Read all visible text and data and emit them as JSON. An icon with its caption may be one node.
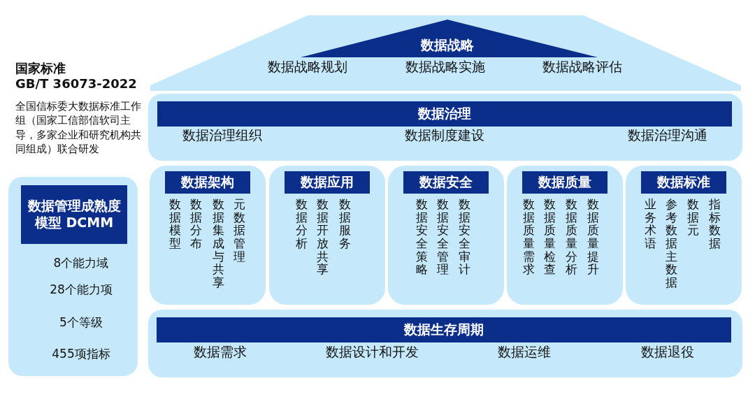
{
  "diagram": {
    "nodes": [
      {
        "text": [
          "8个能力域",
          "28个能力项",
          "5个等级",
          "455项指标"
        ]
      },
      {
        "text": [
          "数据管理成熟度模型 DCMM"
        ],
        "in": 0
      },
      {
        "text": [
          "数据战略规划",
          "数据战略实施",
          "数据战略评估"
        ]
      },
      {
        "text": [
          "数据战略"
        ],
        "in": 2
      },
      {
        "text": [
          "数据治理组织",
          "数据制度建设",
          "数据治理沟通"
        ]
      },
      {
        "text": [
          "数据治理"
        ],
        "in": 4
      },
      {
        "text": [
          "数据模型",
          "数据分布",
          "数据集成与共享",
          "元数据管理"
        ]
      },
      {
        "text": [
          "数据架构"
        ],
        "in": 6
      },
      {
        "text": [
          "数据分析",
          "数据开放共享",
          "数据服务"
        ]
      },
      {
        "text": [
          "数据应用"
        ],
        "in": 8
      },
      {
        "text": [
          "数据安全策略",
          "数据安全管理",
          "数据安全审计"
        ]
      },
      {
        "text": [
          "数据安全"
        ],
        "in": 10
      },
      {
        "text": [
          "数据质量需求",
          "数据质量检查",
          "数据质量分析",
          "数据质量提升"
        ]
      },
      {
        "text": [
          "数据质量"
        ],
        "in": 12
      },
      {
        "text": [
          "业务术语",
          "参考数据主数据",
          "数据元",
          "指标数据"
        ]
      },
      {
        "text": [
          "数据标准"
        ],
        "in": 14
      },
      {
        "text": [
          "数据需求",
          "数据设计和开发",
          "数据运维",
          "数据退役"
        ]
      },
      {
        "text": [
          "数据生存周期"
        ],
        "in": 16
      }
    ],
    "labels": [
      "国家标准",
      "GB/T 36073-2022",
      "全国信标委大数据标准工作组（国家工信部信软司主导，多家企业和研究机构共同组成）联合研发"
    ]
  }
}
